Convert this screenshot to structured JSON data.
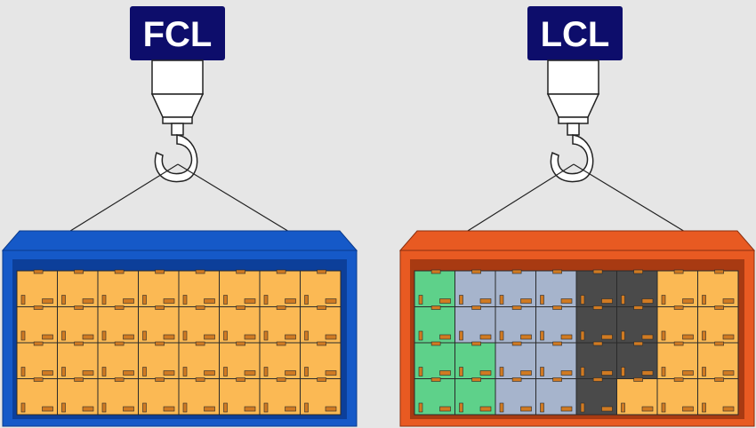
{
  "background": "#e6e6e6",
  "panels": [
    {
      "label": "FCL",
      "label_bg": "#0d0d6b",
      "container_color": "#1559c8",
      "container_dark": "#0c3f9a",
      "grid": [
        [
          "y",
          "y",
          "y",
          "y",
          "y",
          "y",
          "y",
          "y"
        ],
        [
          "y",
          "y",
          "y",
          "y",
          "y",
          "y",
          "y",
          "y"
        ],
        [
          "y",
          "y",
          "y",
          "y",
          "y",
          "y",
          "y",
          "y"
        ],
        [
          "y",
          "y",
          "y",
          "y",
          "y",
          "y",
          "y",
          "y"
        ]
      ]
    },
    {
      "label": "LCL",
      "label_bg": "#0d0d6b",
      "container_color": "#e85a22",
      "container_dark": "#a83a12",
      "grid": [
        [
          "g",
          "b",
          "b",
          "b",
          "k",
          "k",
          "y",
          "y"
        ],
        [
          "g",
          "b",
          "b",
          "b",
          "k",
          "k",
          "y",
          "y"
        ],
        [
          "g",
          "g",
          "b",
          "b",
          "k",
          "k",
          "y",
          "y"
        ],
        [
          "g",
          "g",
          "b",
          "b",
          "k",
          "y",
          "y",
          "y"
        ]
      ]
    }
  ],
  "box_colors": {
    "y": "#fbb954",
    "g": "#5ed18a",
    "b": "#a6b4cc",
    "k": "#4a4a4a"
  },
  "tab_color": "#d07a22"
}
